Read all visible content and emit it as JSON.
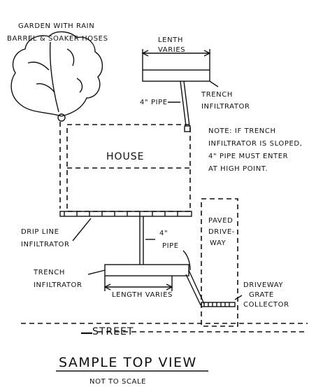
{
  "labels": {
    "garden": [
      "GARDEN WITH RAIN",
      "BARREL & SOAKER HOSES"
    ],
    "length_top": [
      "LENTH",
      "VARIES"
    ],
    "trench_top": [
      "TRENCH",
      "INFILTRATOR"
    ],
    "pipe_top": "4\" PIPE",
    "note": [
      "NOTE: IF TRENCH",
      "INFILTRATOR IS SLOPED,",
      "4\" PIPE MUST ENTER",
      "AT HIGH POINT."
    ],
    "house": "HOUSE",
    "drip_line": [
      "DRIP LINE",
      "INFILTRATOR"
    ],
    "pipe_bottom": [
      "4\"",
      "PIPE"
    ],
    "paved_driveway": [
      "PAVED",
      "DRIVE-",
      "WAY"
    ],
    "trench_bottom": [
      "TRENCH",
      "INFILTRATOR"
    ],
    "length_bottom": "LENGTH VARIES",
    "driveway_grate": [
      "DRIVEWAY",
      "GRATE",
      "COLLECTOR"
    ],
    "street": "STREET",
    "title": "SAMPLE TOP VIEW",
    "subtitle": "NOT TO SCALE"
  }
}
